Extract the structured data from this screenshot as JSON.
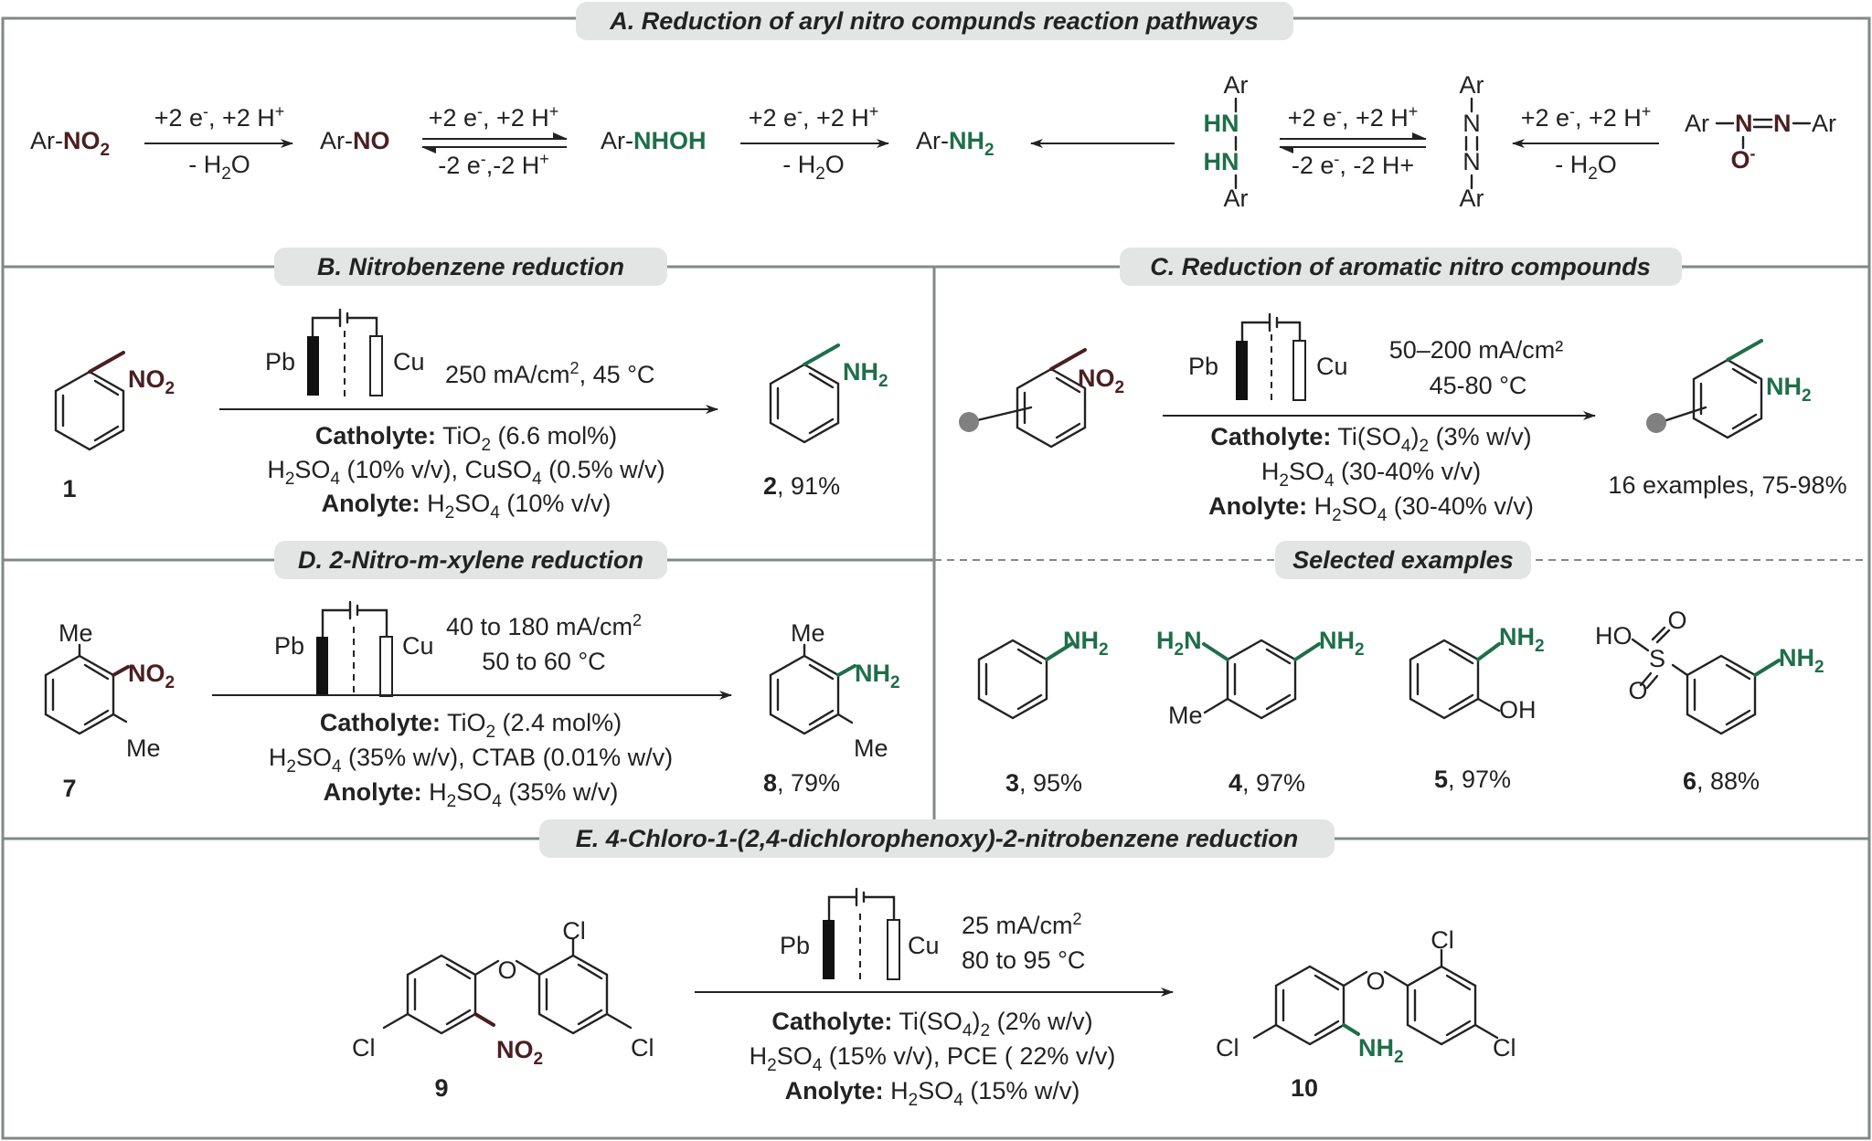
{
  "colors": {
    "frame": "#7f8a86",
    "pill": "#e3e5e4",
    "nitro": "#4a1f22",
    "amine": "#1e6e4a",
    "text": "#222222"
  },
  "panelA": {
    "title": "A. Reduction of aryl nitro compunds reaction pathways",
    "sp1": "Ar-NO2",
    "sp2": "Ar-NO",
    "sp3": "Ar-NHOH",
    "sp4": "Ar-NH2",
    "step_top": "+2 e-, +2 H+",
    "step_bottom_water": "- H2O",
    "step_reverse": "-2 e-,-2 H+",
    "step_reverse_b": "-2 e-, -2 H+",
    "aryl": "Ar",
    "hydrazo_nh": "HN",
    "azo_n": "N",
    "azoxy": "Ar–N=N–Ar",
    "azoxy_o": "O-"
  },
  "panelB": {
    "title": "B. Nitrobenzene reduction",
    "reactant_id": "1",
    "product_id": "2",
    "yield": ", 91%",
    "pb": "Pb",
    "cu": "Cu",
    "current": "250 mA/cm2, 45 °C",
    "catholyte_label": "Catholyte:",
    "catholyte": " TiO2 (6.6 mol%)",
    "line2": "H2SO4 (10% v/v), CuSO4 (0.5% w/v)",
    "anolyte_label": "Anolyte:",
    "anolyte": " H2SO4 (10% v/v)"
  },
  "panelC": {
    "title": "C. Reduction of  aromatic nitro compounds",
    "current": "50–200 mA/cm²",
    "temp": "45-80 °C",
    "catholyte": " Ti(SO4)2 (3% w/v)",
    "line2": "H2SO4 (30-40% v/v)",
    "anolyte": " H2SO4 (30-40% v/v)",
    "scope": "16 examples, 75-98%",
    "selected_title": "Selected examples",
    "examples": [
      {
        "id": "3",
        "yield": ", 95%"
      },
      {
        "id": "4",
        "yield": ", 97%"
      },
      {
        "id": "5",
        "yield": ", 97%"
      },
      {
        "id": "6",
        "yield": ", 88%"
      }
    ],
    "me": "Me",
    "oh": "OH",
    "ho": "HO",
    "s": "S",
    "o": "O"
  },
  "panelD": {
    "title": "D. 2-Nitro-m-xylene reduction",
    "reactant_id": "7",
    "product_id": "8",
    "yield": ", 79%",
    "current": "40 to 180 mA/cm2",
    "temp": "50 to 60 °C",
    "catholyte": " TiO2 (2.4 mol%)",
    "line2": "H2SO4 (35% w/v), CTAB (0.01% w/v)",
    "anolyte": " H2SO4 (35% w/v)"
  },
  "panelE": {
    "title": "E. 4-Chloro-1-(2,4-dichlorophenoxy)-2-nitrobenzene reduction",
    "reactant_id": "9",
    "product_id": "10",
    "current": "25 mA/cm2",
    "temp": "80 to 95 °C",
    "catholyte": " Ti(SO4)2 (2% w/v)",
    "line2": "H2SO4 (15% v/v), PCE ( 22% v/v)",
    "anolyte": " H2SO4 (15% w/v)",
    "cl": "Cl"
  },
  "groups": {
    "no2": "NO2",
    "nh2": "NH2",
    "h2n": "H2N"
  }
}
